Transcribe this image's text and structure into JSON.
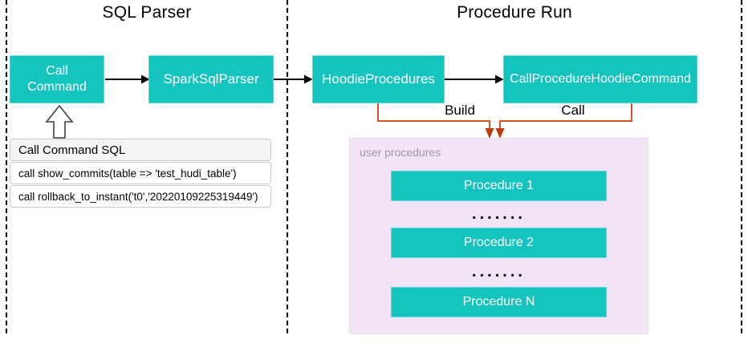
{
  "diagram": {
    "section_sql_parser": {
      "title": "SQL Parser"
    },
    "section_procedure_run": {
      "title": "Procedure Run"
    },
    "nodes": {
      "call_command": {
        "label": "Call Command"
      },
      "spark_sql_parser": {
        "label": "SparkSqlParser"
      },
      "hoodie_procedures": {
        "label": "HoodieProcedures"
      },
      "call_procedure_hoodie_command": {
        "label": "CallProcedureHoodieCommand"
      }
    },
    "connectors": {
      "build": {
        "label": "Build"
      },
      "call": {
        "label": "Call"
      }
    },
    "sql_examples": {
      "header": "Call Command SQL",
      "rows": [
        {
          "sql": "call show_commits(table => 'test_hudi_table')"
        },
        {
          "sql": "call rollback_to_instant('t0','20220109225319449')"
        }
      ]
    },
    "user_procedures": {
      "label": "user procedures",
      "items": [
        {
          "label": "Procedure 1"
        },
        {
          "label": "Procedure 2"
        },
        {
          "label": "Procedure N"
        }
      ],
      "ellipsis": "......."
    },
    "colors": {
      "node_fill": "#15c4be",
      "connector_orange": "#d35427",
      "arrowhead_red": "#c03a0e",
      "panel_pink": "#f3e3f7",
      "line_black": "#000000"
    }
  }
}
